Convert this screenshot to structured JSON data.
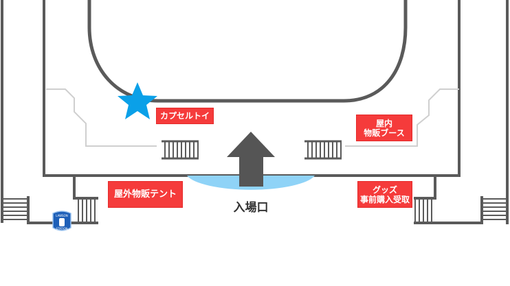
{
  "labels": {
    "capsule_toy": "カプセルトイ",
    "indoor_goods_line1": "屋内",
    "indoor_goods_line2": "物販ブース",
    "outdoor_goods": "屋外物販テント",
    "goods_preorder_line1": "グッズ",
    "goods_preorder_line2": "事前購入受取",
    "entrance": "入場口"
  },
  "logo": {
    "text_top": "LAWSON",
    "text_bottom": "STATION"
  },
  "colors": {
    "label_red": "#f53b3b",
    "star_blue": "#0aa0e8",
    "entrance_blue": "#8fd3f7",
    "wall": "#5a5a5a",
    "arrow": "#555555"
  }
}
